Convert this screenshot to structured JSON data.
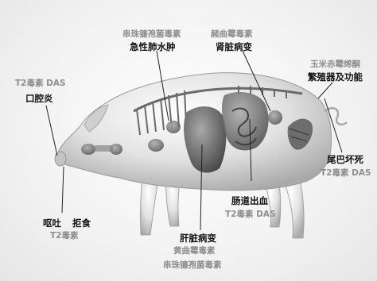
{
  "labels": {
    "t2_das_mouth": "T2毒素 DAS",
    "stomatitis": "口腔炎",
    "fusarium_top": "串珠镰孢菌毒素",
    "lung_edema": "急性肺水肿",
    "ochratoxin_top": "赭曲霉毒素",
    "kidney_disease": "肾脏病变",
    "zearalenone": "玉米赤霉烯酮",
    "reproduction": "繁殖器及功能",
    "tail_necrosis": "尾巴坏死",
    "t2_das_tail": "T2毒素 DAS",
    "vomit": "呕吐",
    "anorexia": "拒食",
    "t2_vomit": "T2毒素",
    "intestinal_bleeding": "肠道出血",
    "t2_das_intestine": "T2毒素 DAS",
    "liver_disease": "肝脏病变",
    "aflatoxin": "黄曲霉毒素",
    "fusarium_bottom": "串珠镰孢菌毒素"
  },
  "colors": {
    "label_dark": "#111111",
    "label_gray": "#8f8f8f",
    "leader_line": "#222222",
    "pig_body": "#dedede",
    "organ": "#7a7a7a"
  }
}
